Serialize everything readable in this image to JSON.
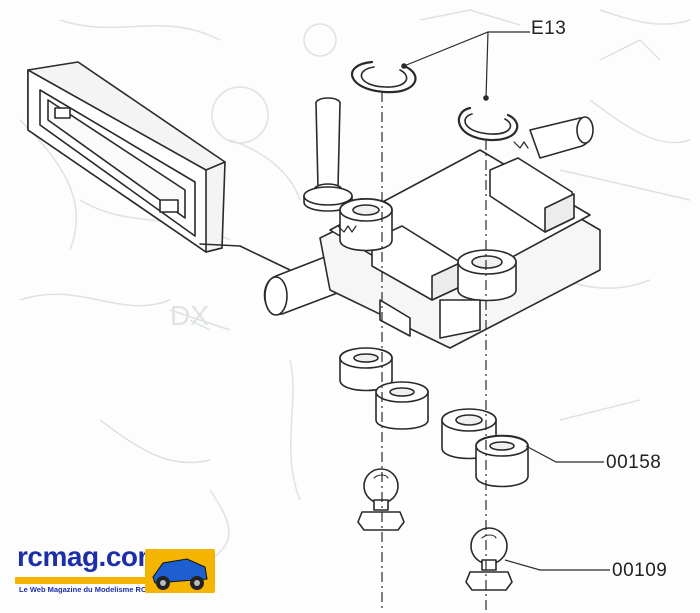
{
  "labels": {
    "e13": "E13",
    "p00158": "00158",
    "p00109": "00109"
  },
  "logo": {
    "name": "rcmag.com",
    "tagline": "Le Web Magazine du Modelisme RC",
    "colors": {
      "text": "#1d2fa8",
      "bar": "#f4b400",
      "car": "#1e5fd0"
    }
  },
  "colors": {
    "ink": "#2a2a2a",
    "ghost": "#d8dde0",
    "paper": "#fdfdfd"
  }
}
